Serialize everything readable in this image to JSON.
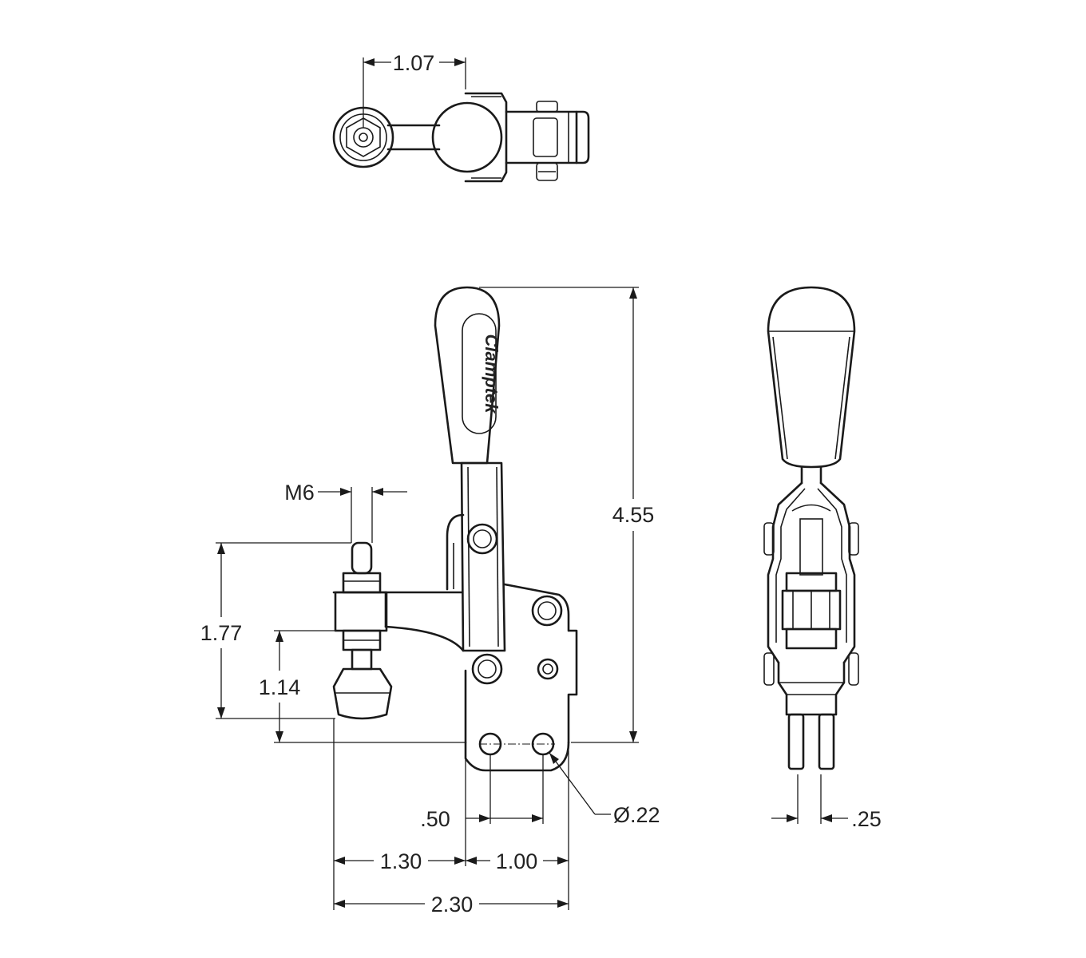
{
  "top_view": {
    "dimensions": {
      "spindle_offset": "1.07"
    }
  },
  "front_view": {
    "handle_logo": "Clamptek",
    "dimensions": {
      "thread": "M6",
      "overall_height": "4.55",
      "spindle_height": "1.77",
      "spindle_low": "1.14",
      "hole_spacing": ".50",
      "hole_diameter": "Ø.22",
      "spindle_to_base": "1.30",
      "base_width": "1.00",
      "overall_length": "2.30"
    }
  },
  "side_view": {
    "dimensions": {
      "flange_thickness": ".25"
    }
  }
}
